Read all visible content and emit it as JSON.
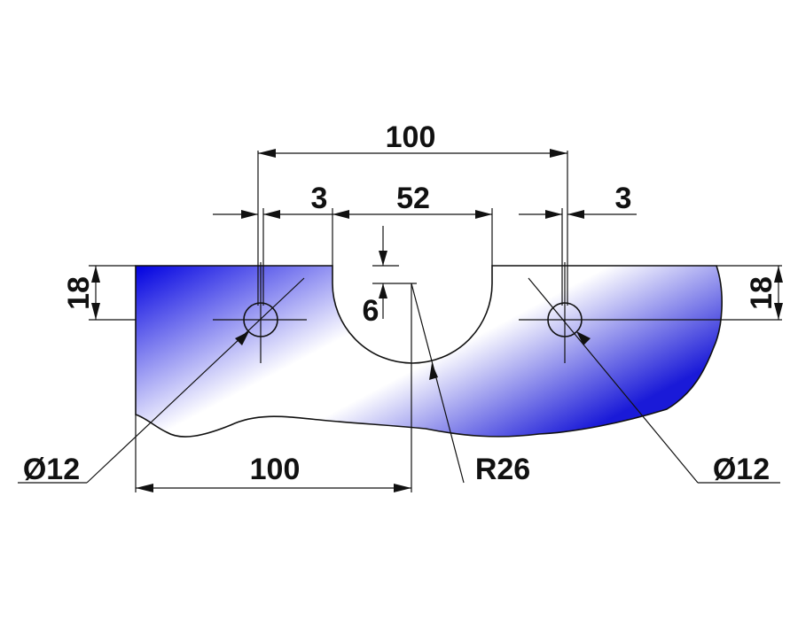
{
  "colors": {
    "plate_fill_dark": "#0000e0",
    "plate_fill_light": "#ffffff",
    "line": "#111111"
  },
  "dimensions": {
    "top_span": "100",
    "slot_width": "52",
    "left_edge_offset": "3",
    "right_edge_offset": "3",
    "slot_depth": "6",
    "left_hole_height": "18",
    "right_hole_height": "18",
    "left_hole_diameter": "Ø12",
    "right_hole_diameter": "Ø12",
    "bottom_span": "100",
    "slot_radius": "R26"
  }
}
